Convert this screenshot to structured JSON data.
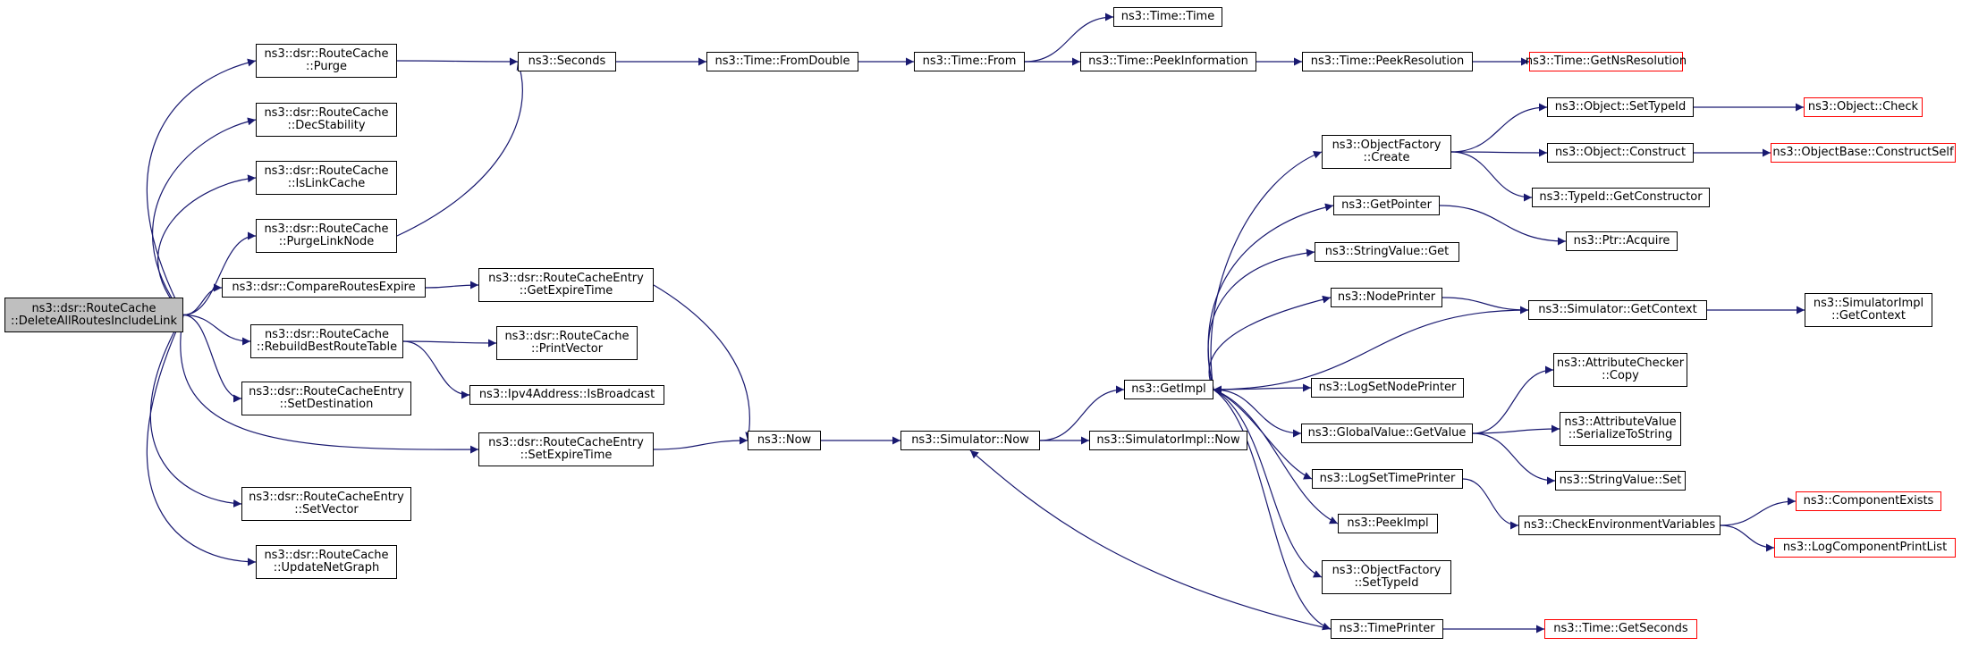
{
  "colors": {
    "edge": "#191970",
    "border": "#000000",
    "truncated_border": "#ff0000",
    "root_fill": "#bfbfbf",
    "background": "#ffffff"
  },
  "nodes": {
    "root": {
      "line1": "ns3::dsr::RouteCache",
      "line2": "::DeleteAllRoutesIncludeLink",
      "truncated": false
    },
    "purge": {
      "line1": "ns3::dsr::RouteCache",
      "line2": "::Purge",
      "truncated": false
    },
    "decstab": {
      "line1": "ns3::dsr::RouteCache",
      "line2": "::DecStability",
      "truncated": false
    },
    "islink": {
      "line1": "ns3::dsr::RouteCache",
      "line2": "::IsLinkCache",
      "truncated": false
    },
    "purgelink": {
      "line1": "ns3::dsr::RouteCache",
      "line2": "::PurgeLinkNode",
      "truncated": false
    },
    "compare": {
      "line1": "ns3::dsr::CompareRoutesExpire",
      "line2": "",
      "truncated": false
    },
    "rebuild": {
      "line1": "ns3::dsr::RouteCache",
      "line2": "::RebuildBestRouteTable",
      "truncated": false
    },
    "setdest": {
      "line1": "ns3::dsr::RouteCacheEntry",
      "line2": "::SetDestination",
      "truncated": false
    },
    "setvector": {
      "line1": "ns3::dsr::RouteCacheEntry",
      "line2": "::SetVector",
      "truncated": false
    },
    "updatenet": {
      "line1": "ns3::dsr::RouteCache",
      "line2": "::UpdateNetGraph",
      "truncated": false
    },
    "seconds": {
      "line1": "ns3::Seconds",
      "line2": "",
      "truncated": false
    },
    "getexpire": {
      "line1": "ns3::dsr::RouteCacheEntry",
      "line2": "::GetExpireTime",
      "truncated": false
    },
    "printvector": {
      "line1": "ns3::dsr::RouteCache",
      "line2": "::PrintVector",
      "truncated": false
    },
    "isbroadcast": {
      "line1": "ns3::Ipv4Address::IsBroadcast",
      "line2": "",
      "truncated": false
    },
    "setexpire": {
      "line1": "ns3::dsr::RouteCacheEntry",
      "line2": "::SetExpireTime",
      "truncated": false
    },
    "fromdouble": {
      "line1": "ns3::Time::FromDouble",
      "line2": "",
      "truncated": false
    },
    "now": {
      "line1": "ns3::Now",
      "line2": "",
      "truncated": false
    },
    "timefrom": {
      "line1": "ns3::Time::From",
      "line2": "",
      "truncated": false
    },
    "simnow": {
      "line1": "ns3::Simulator::Now",
      "line2": "",
      "truncated": false
    },
    "timetime": {
      "line1": "ns3::Time::Time",
      "line2": "",
      "truncated": false
    },
    "peekinfo": {
      "line1": "ns3::Time::PeekInformation",
      "line2": "",
      "truncated": false
    },
    "getimpl": {
      "line1": "ns3::GetImpl",
      "line2": "",
      "truncated": false
    },
    "simimplnow": {
      "line1": "ns3::SimulatorImpl::Now",
      "line2": "",
      "truncated": false
    },
    "peekres": {
      "line1": "ns3::Time::PeekResolution",
      "line2": "",
      "truncated": false
    },
    "getnsres": {
      "line1": "ns3::Time::GetNsResolution",
      "line2": "",
      "truncated": true
    },
    "objfactcreate": {
      "line1": "ns3::ObjectFactory",
      "line2": "::Create",
      "truncated": false
    },
    "getpointer": {
      "line1": "ns3::GetPointer",
      "line2": "",
      "truncated": false
    },
    "stringget": {
      "line1": "ns3::StringValue::Get",
      "line2": "",
      "truncated": false
    },
    "nodeprinter": {
      "line1": "ns3::NodePrinter",
      "line2": "",
      "truncated": false
    },
    "logsetnode": {
      "line1": "ns3::LogSetNodePrinter",
      "line2": "",
      "truncated": false
    },
    "globalget": {
      "line1": "ns3::GlobalValue::GetValue",
      "line2": "",
      "truncated": false
    },
    "logsettime": {
      "line1": "ns3::LogSetTimePrinter",
      "line2": "",
      "truncated": false
    },
    "peekimpl": {
      "line1": "ns3::PeekImpl",
      "line2": "",
      "truncated": false
    },
    "objfactsettype": {
      "line1": "ns3::ObjectFactory",
      "line2": "::SetTypeId",
      "truncated": false
    },
    "timeprinter": {
      "line1": "ns3::TimePrinter",
      "line2": "",
      "truncated": false
    },
    "objsettype": {
      "line1": "ns3::Object::SetTypeId",
      "line2": "",
      "truncated": false
    },
    "objconstruct": {
      "line1": "ns3::Object::Construct",
      "line2": "",
      "truncated": false
    },
    "typeidgetcons": {
      "line1": "ns3::TypeId::GetConstructor",
      "line2": "",
      "truncated": false
    },
    "ptracquire": {
      "line1": "ns3::Ptr::Acquire",
      "line2": "",
      "truncated": false
    },
    "simgetctx": {
      "line1": "ns3::Simulator::GetContext",
      "line2": "",
      "truncated": false
    },
    "attrcheckcopy": {
      "line1": "ns3::AttributeChecker",
      "line2": "::Copy",
      "truncated": false
    },
    "attrvalser": {
      "line1": "ns3::AttributeValue",
      "line2": "::SerializeToString",
      "truncated": false
    },
    "stringset": {
      "line1": "ns3::StringValue::Set",
      "line2": "",
      "truncated": false
    },
    "checkenv": {
      "line1": "ns3::CheckEnvironmentVariables",
      "line2": "",
      "truncated": false
    },
    "timegetsec": {
      "line1": "ns3::Time::GetSeconds",
      "line2": "",
      "truncated": true
    },
    "objcheck": {
      "line1": "ns3::Object::Check",
      "line2": "",
      "truncated": true
    },
    "objbaseconstruct": {
      "line1": "ns3::ObjectBase::ConstructSelf",
      "line2": "",
      "truncated": true
    },
    "simimplgetctx": {
      "line1": "ns3::SimulatorImpl",
      "line2": "::GetContext",
      "truncated": false
    },
    "compexists": {
      "line1": "ns3::ComponentExists",
      "line2": "",
      "truncated": true
    },
    "logcompprint": {
      "line1": "ns3::LogComponentPrintList",
      "line2": "",
      "truncated": true
    }
  }
}
